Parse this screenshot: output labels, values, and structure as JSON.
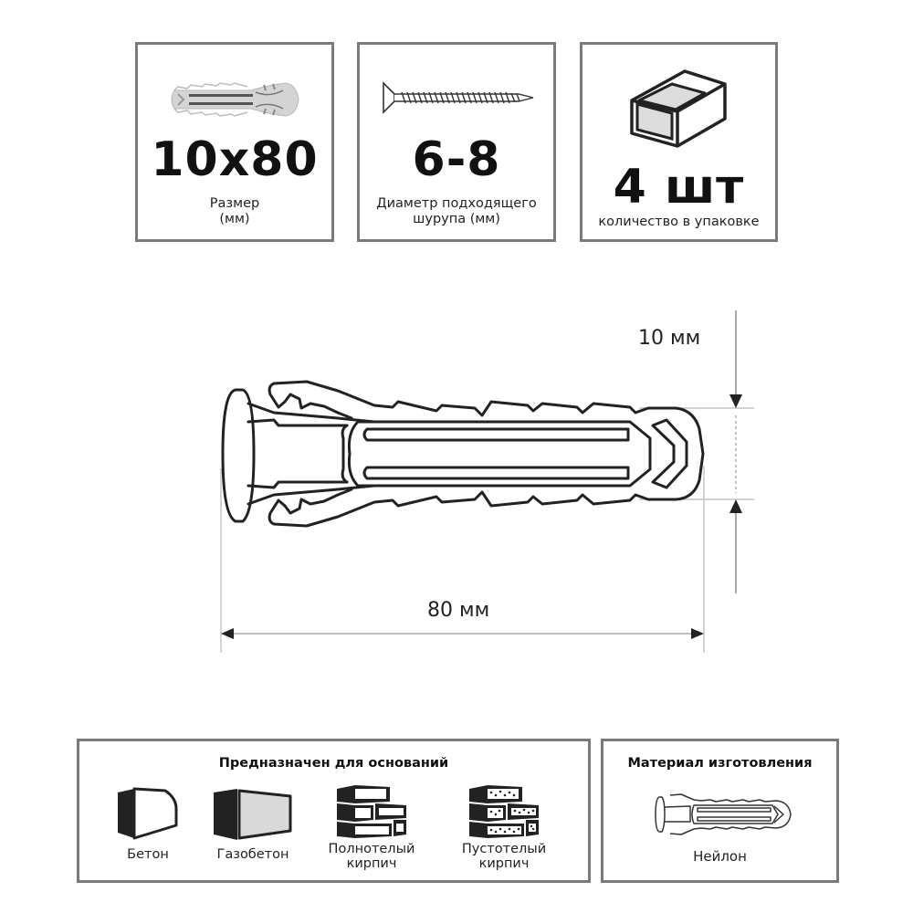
{
  "specs": [
    {
      "icon": "dowel-photo-icon",
      "value": "10x80",
      "label_line1": "Размер",
      "label_line2": "(мм)"
    },
    {
      "icon": "screw-icon",
      "value": "6-8",
      "label_line1": "Диаметр подходящего",
      "label_line2": "шурупа (мм)"
    },
    {
      "icon": "package-box-icon",
      "value": "4 шт",
      "label_line1": "количество в упаковке",
      "label_line2": ""
    }
  ],
  "drawing": {
    "diameter_label": "10 мм",
    "length_label": "80 мм"
  },
  "bases_panel": {
    "title": "Предназначен для оснований",
    "items": [
      {
        "icon": "concrete-block-icon",
        "line1": "Бетон",
        "line2": ""
      },
      {
        "icon": "aerated-concrete-block-icon",
        "line1": "Газобетон",
        "line2": ""
      },
      {
        "icon": "solid-brick-icon",
        "line1": "Полнотелый",
        "line2": "кирпич"
      },
      {
        "icon": "hollow-brick-icon",
        "line1": "Пустотелый",
        "line2": "кирпич"
      }
    ]
  },
  "material_panel": {
    "title": "Материал изготовления",
    "icon": "nylon-dowel-icon",
    "value": "Нейлон"
  },
  "colors": {
    "border": "#7a7a7a",
    "ink": "#1a1a1a",
    "fill_gray": "#d9d9d9",
    "dimension_line": "#b0b0b0"
  }
}
